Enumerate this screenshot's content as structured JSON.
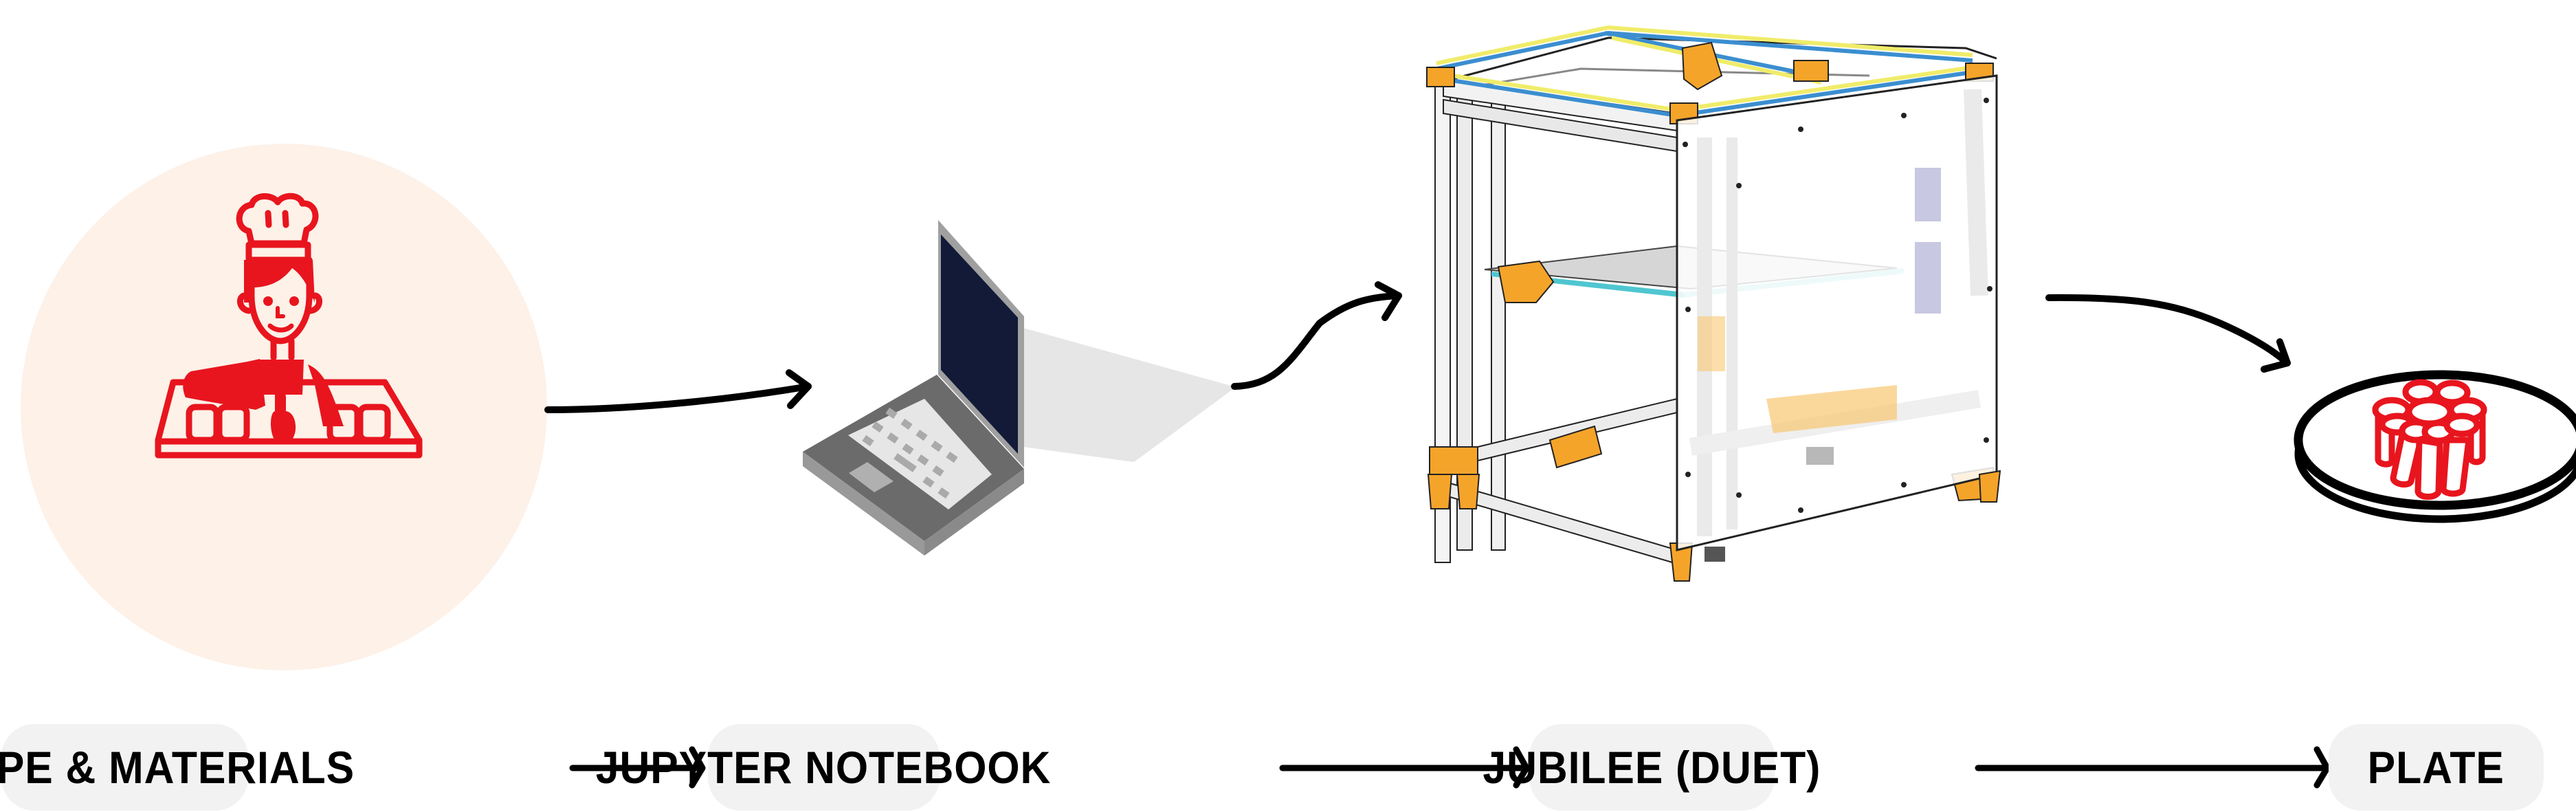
{
  "diagram": {
    "title": "Recipe to plate workflow",
    "stages": [
      {
        "id": "recipe",
        "label": "RECIPE & MATERIALS",
        "icon": "chef-icon"
      },
      {
        "id": "notebook",
        "label": "JUPYTER NOTEBOOK",
        "icon": "laptop-icon"
      },
      {
        "id": "jubilee",
        "label": "JUBILEE (DUET)",
        "icon": "3d-printer-icon"
      },
      {
        "id": "plate",
        "label": "PLATE",
        "icon": "plate-with-flower-icon"
      }
    ],
    "connections": [
      {
        "from": "recipe",
        "to": "notebook"
      },
      {
        "from": "notebook",
        "to": "jubilee"
      },
      {
        "from": "jubilee",
        "to": "plate"
      }
    ]
  },
  "colors": {
    "accent_red": "#e8151e",
    "chef_circle_bg": "#fdf1e8",
    "pill_bg": "#f2f2f2",
    "arrow": "#000000",
    "laptop_screen": "#121a38",
    "laptop_body": "#6b6b6b",
    "printer_orange": "#f5a42a",
    "belt_blue": "#3b8ed0",
    "belt_yellow": "#f0ec6a",
    "bed_teal": "#4fc6d0"
  }
}
